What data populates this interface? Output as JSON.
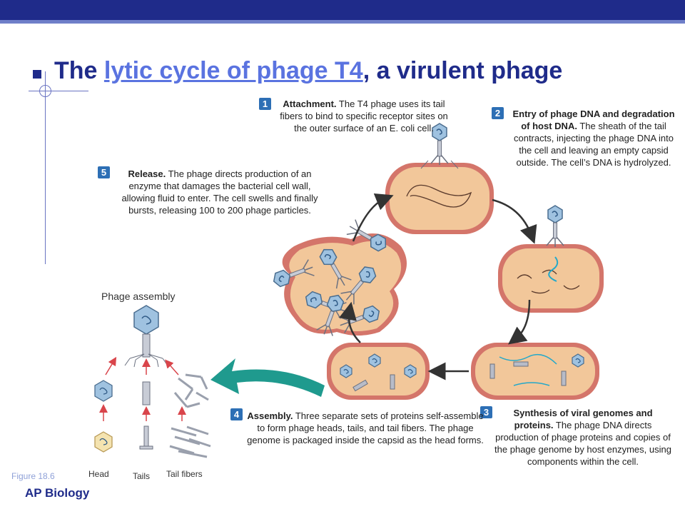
{
  "slide": {
    "title_prefix": "The ",
    "title_link": "lytic cycle of phage T4",
    "title_suffix": ", a virulent phage",
    "figure_label": "Figure 18.6",
    "footer": "AP Biology"
  },
  "steps": [
    {
      "num": "1",
      "heading": "Attachment.",
      "text": " The T4 phage uses its tail fibers to bind to specific receptor sites on the outer surface of an E. coli cell."
    },
    {
      "num": "2",
      "heading": "Entry of phage DNA and degradation of host DNA.",
      "text": " The sheath of the tail contracts, injecting the phage DNA into the cell and leaving an empty capsid outside. The cell’s DNA is hydrolyzed."
    },
    {
      "num": "3",
      "heading": "Synthesis of viral genomes and proteins.",
      "text": " The phage DNA directs production of phage proteins and copies of the phage genome by host enzymes, using components within the cell."
    },
    {
      "num": "4",
      "heading": "Assembly.",
      "text": " Three separate sets of proteins self-assemble to form phage heads, tails, and tail fibers. The phage genome is packaged inside the capsid as the head forms."
    },
    {
      "num": "5",
      "heading": "Release.",
      "text": " The phage directs production of an enzyme that damages the bacterial cell wall, allowing fluid to enter. The cell swells and finally bursts, releasing 100 to 200 phage particles."
    }
  ],
  "assembly": {
    "title": "Phage assembly",
    "head": "Head",
    "tails": "Tails",
    "tail_fibers": "Tail fibers"
  },
  "colors": {
    "cell_fill": "#f2c79a",
    "cell_wall": "#d4756a",
    "phage_head": "#8fb8d8",
    "arrow_teal": "#1f9a8e",
    "arrow_red": "#d9454b",
    "step_badge": "#2d6fb5"
  }
}
